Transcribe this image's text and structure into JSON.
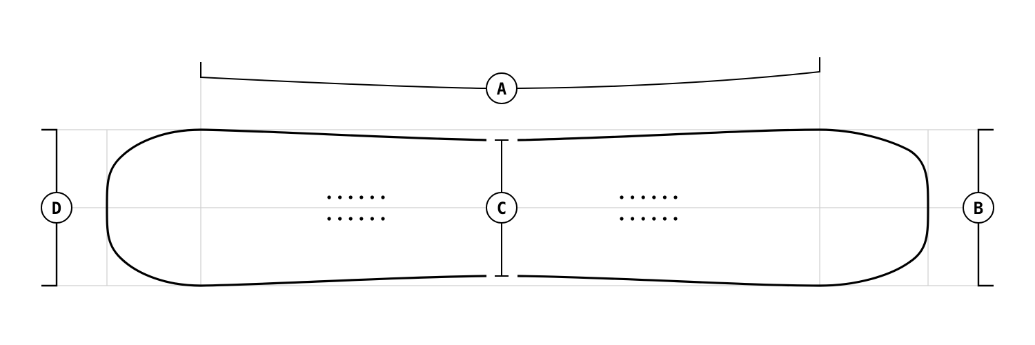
{
  "diagram": {
    "markers": {
      "a": "A",
      "b": "B",
      "c": "C",
      "d": "D"
    },
    "inserts": {
      "groups": 2,
      "rows_per_group": 2,
      "holes_per_row": 6
    }
  }
}
